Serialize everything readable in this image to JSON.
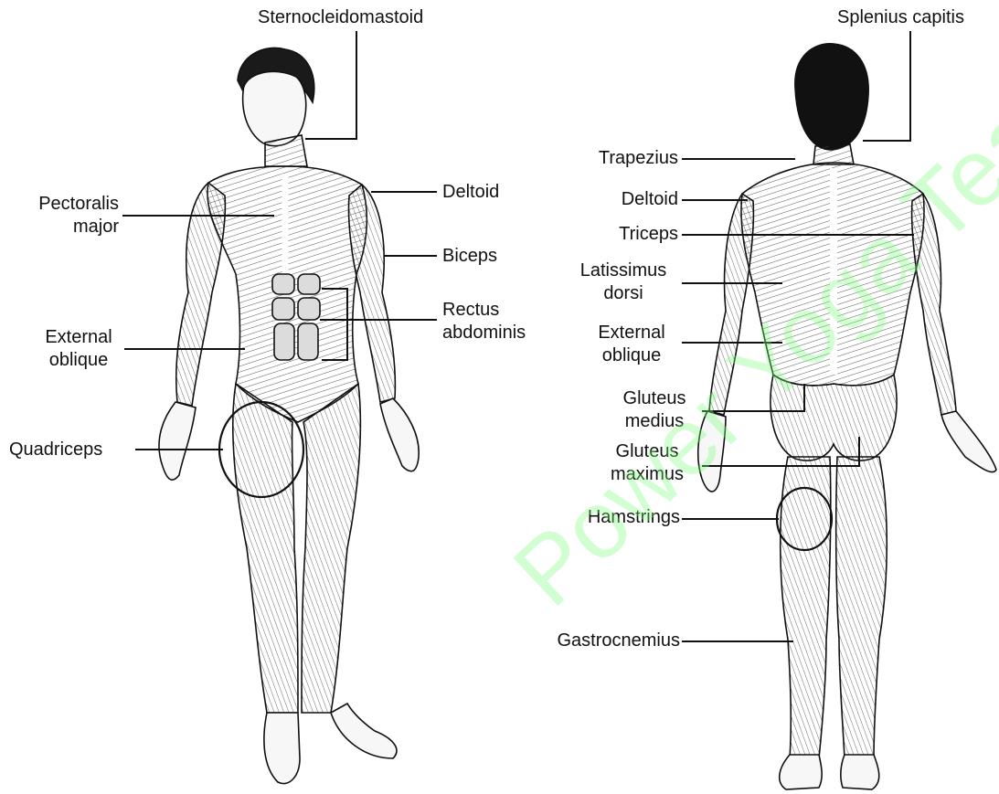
{
  "front_view": {
    "labels": {
      "sternocleidomastoid": "Sternocleidomastoid",
      "pectoralis_major_1": "Pectoralis",
      "pectoralis_major_2": "major",
      "deltoid": "Deltoid",
      "biceps": "Biceps",
      "rectus_abdominis_1": "Rectus",
      "rectus_abdominis_2": "abdominis",
      "external_oblique_1": "External",
      "external_oblique_2": "oblique",
      "quadriceps": "Quadriceps"
    }
  },
  "back_view": {
    "labels": {
      "splenius_capitis": "Splenius capitis",
      "trapezius": "Trapezius",
      "deltoid": "Deltoid",
      "triceps": "Triceps",
      "latissimus_dorsi_1": "Latissimus",
      "latissimus_dorsi_2": "dorsi",
      "external_oblique_1": "External",
      "external_oblique_2": "oblique",
      "gluteus_medius_1": "Gluteus",
      "gluteus_medius_2": "medius",
      "gluteus_maximus_1": "Gluteus",
      "gluteus_maximus_2": "maximus",
      "hamstrings": "Hamstrings",
      "gastrocnemius": "Gastrocnemius"
    }
  },
  "watermark": {
    "text": "Power Yoga Teach",
    "color": "#7dff7d"
  },
  "colors": {
    "ink": "#111111",
    "muscle_fill": "#eeeeee",
    "hair": "#111111"
  }
}
